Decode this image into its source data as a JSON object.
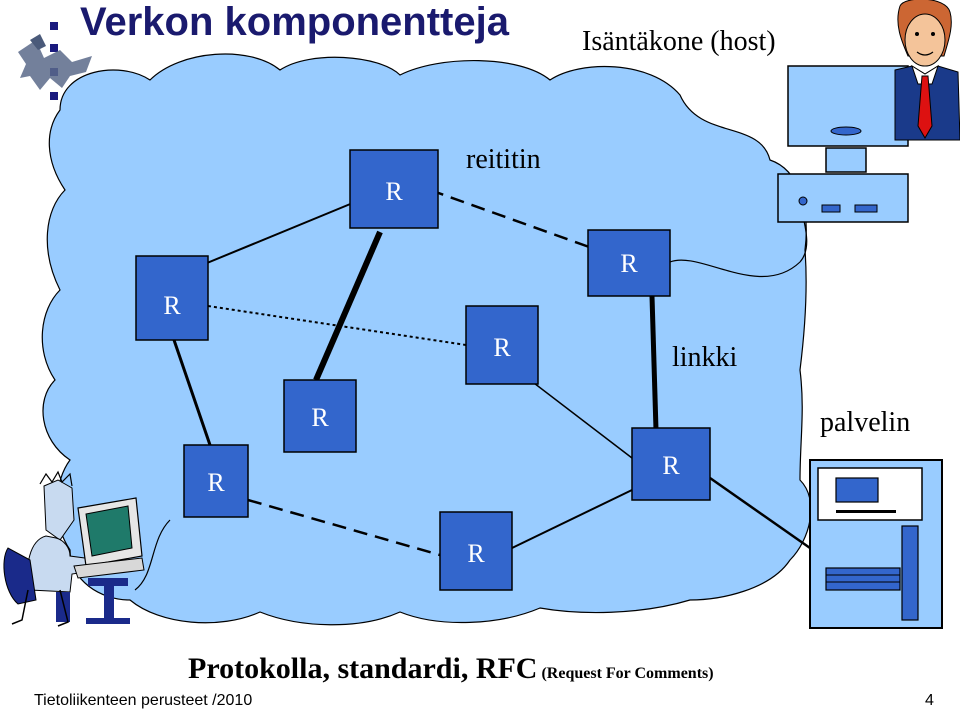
{
  "slide": {
    "title": "Verkon komponentteja",
    "host_label": "Isäntäkone (host)",
    "labels": {
      "router": "reititin",
      "link": "linkki",
      "server": "palvelin"
    },
    "router_letter": "R",
    "protocol_main": "Protokolla, standardi, RFC",
    "protocol_note": "(Request For Comments)",
    "footer_left": "Tietoliikenteen perusteet /2010",
    "page_number": "4"
  },
  "colors": {
    "title": "#1a1a6e",
    "cloud_fill": "#99ccff",
    "router_fill": "#3366cc",
    "router_text": "#ffffff",
    "logo": "#1a1a7e"
  }
}
